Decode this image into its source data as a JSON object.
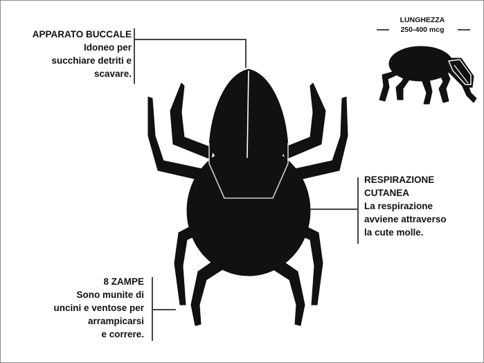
{
  "labels": {
    "mouthparts": {
      "title": "APPARATO BUCCALE",
      "lines": [
        "Idoneo per",
        "succhiare detriti  e",
        "scavare."
      ]
    },
    "respiration": {
      "title_lines": [
        "RESPIRAZIONE",
        "CUTANEA"
      ],
      "lines": [
        "La respirazione",
        "avviene attraverso",
        "la cute molle."
      ]
    },
    "legs": {
      "title": "8 ZAMPE",
      "lines": [
        "Sono munite di",
        "uncini e ventose per",
        "arrampicarsi",
        "e correre."
      ]
    },
    "size": {
      "title": "LUNGHEZZA",
      "value": "250-400 mcg"
    }
  },
  "colors": {
    "ink": "#111111",
    "leader_line": "#444444",
    "outline": "#d0d0d0",
    "frame": "#8c8c8c"
  },
  "icons": {
    "main": "dust-mite-top-view-silhouette",
    "inset": "dust-mite-side-view-silhouette"
  }
}
